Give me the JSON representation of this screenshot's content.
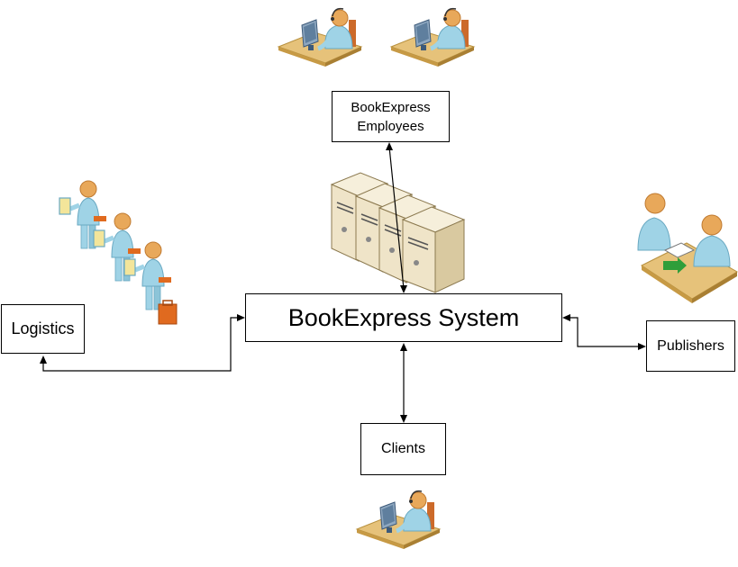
{
  "nodes": {
    "system": {
      "label": "BookExpress System"
    },
    "employees": {
      "line1": "BookExpress",
      "line2": "Employees"
    },
    "logistics": {
      "label": "Logistics"
    },
    "publishers": {
      "label": "Publishers"
    },
    "clients": {
      "label": "Clients"
    }
  },
  "icons": {
    "server": "server-rack-icon",
    "employee": "call-center-agent-icon",
    "logistics": "delivery-workers-icon",
    "publishers": "business-meeting-icon",
    "clients": "client-computer-user-icon"
  },
  "colors": {
    "skin": "#e8a85a",
    "shirt": "#9fd3e6",
    "desk": "#e6c27a",
    "server": "#efe4c8",
    "line": "#000000"
  }
}
